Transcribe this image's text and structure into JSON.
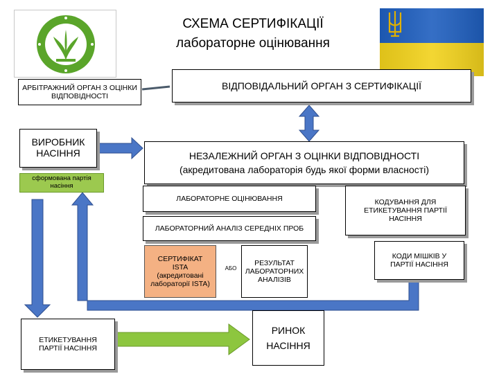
{
  "title": {
    "line1": "СХЕМА  СЕРТИФІКАЦІЇ",
    "line2": "лабораторне оцінювання"
  },
  "logo": {
    "icon": "seed-inspection-emblem-icon",
    "ring_color": "#5aa52a"
  },
  "flag": {
    "icon": "ukraine-flag-icon",
    "top_color": "#1f5fbf",
    "bottom_color": "#f2d21c",
    "trident_color": "#e0b000"
  },
  "boxes": {
    "arbitration": "АРБІТРАЖНИЙ ОРГАН З ОЦІНКИ ВІДПОВІДНОСТІ",
    "certification_body": "ВІДПОВІДАЛЬНИЙ ОРГАН З СЕРТИФІКАЦІЇ",
    "producer": {
      "line1": "ВИРОБНИК",
      "line2": "НАСІННЯ",
      "sub": "сформована партія насіння"
    },
    "independent_body": {
      "line1": "НЕЗАЛЕЖНИЙ ОРГАН З ОЦІНКИ ВІДПОВІДНОСТІ",
      "line2": "(акредитована лабораторія будь якої форми власності)"
    },
    "lab_assessment": "ЛАБОРАТОРНЕ ОЦІНЮВАННЯ",
    "lab_analysis": "ЛАБОРАТОРНИЙ АНАЛІЗ СЕРЕДНІХ ПРОБ",
    "coding": "КОДУВАННЯ ДЛЯ ЕТИКЕТУВАННЯ ПАРТІЇ НАСІННЯ",
    "ista_cert": {
      "line1": "СЕРТИФІКАТ",
      "line2": "ISTA",
      "line3": "(акредитовані лабораторії ISTA)"
    },
    "or_label": "АБО",
    "lab_results": "РЕЗУЛЬТАТ ЛАБОРАТОРНИХ АНАЛІЗІВ",
    "bag_codes": "КОДИ МІШКІВ У ПАРТІЇ НАСІННЯ",
    "labeling": "ЕТИКЕТУВАННЯ ПАРТІЇ НАСІННЯ",
    "market": {
      "line1": "РИНОК",
      "line2": "НАСІННЯ"
    }
  },
  "colors": {
    "arrow_fill": "#4a76c6",
    "arrow_stroke": "#2f4f8f",
    "green_arrow": "#8dc63f",
    "ista_fill": "#f4b183",
    "sub_fill": "#9cc94f"
  }
}
